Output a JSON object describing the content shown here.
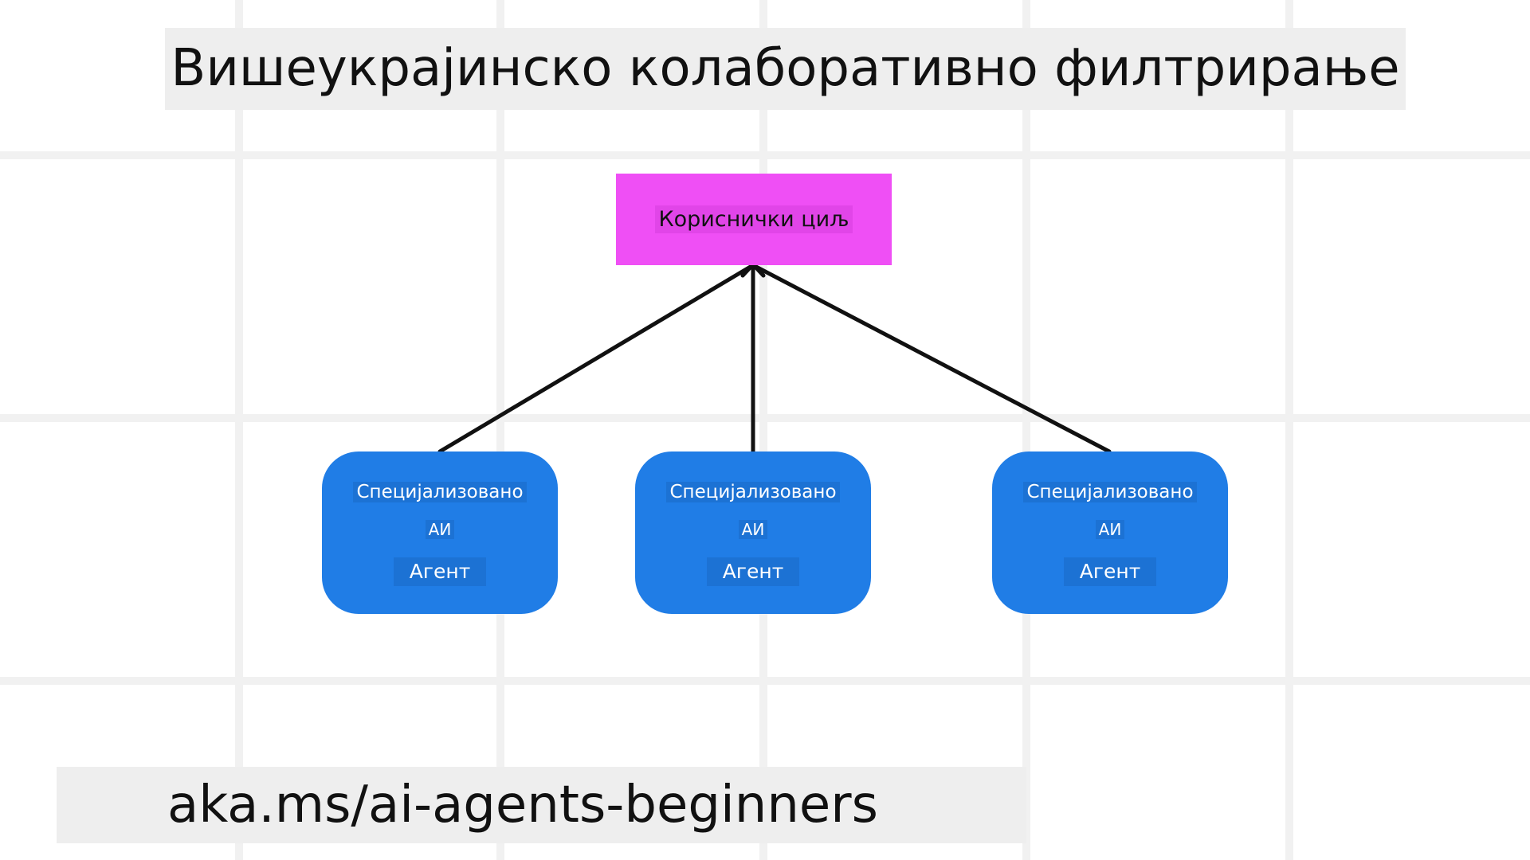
{
  "title": "Вишеукрајинско колаборативно филтрирање",
  "goal": {
    "label": "Кориснички циљ",
    "color": "#ef4ff5"
  },
  "agents": [
    {
      "line1": "Специјализовано",
      "line2": "АИ",
      "line3": "Агент"
    },
    {
      "line1": "Специјализовано",
      "line2": "АИ",
      "line3": "Агент"
    },
    {
      "line1": "Специјализовано",
      "line2": "АИ",
      "line3": "Агент"
    }
  ],
  "agent_color": "#207de6",
  "footer": {
    "link": "aka.ms/ai-agents-beginners"
  }
}
